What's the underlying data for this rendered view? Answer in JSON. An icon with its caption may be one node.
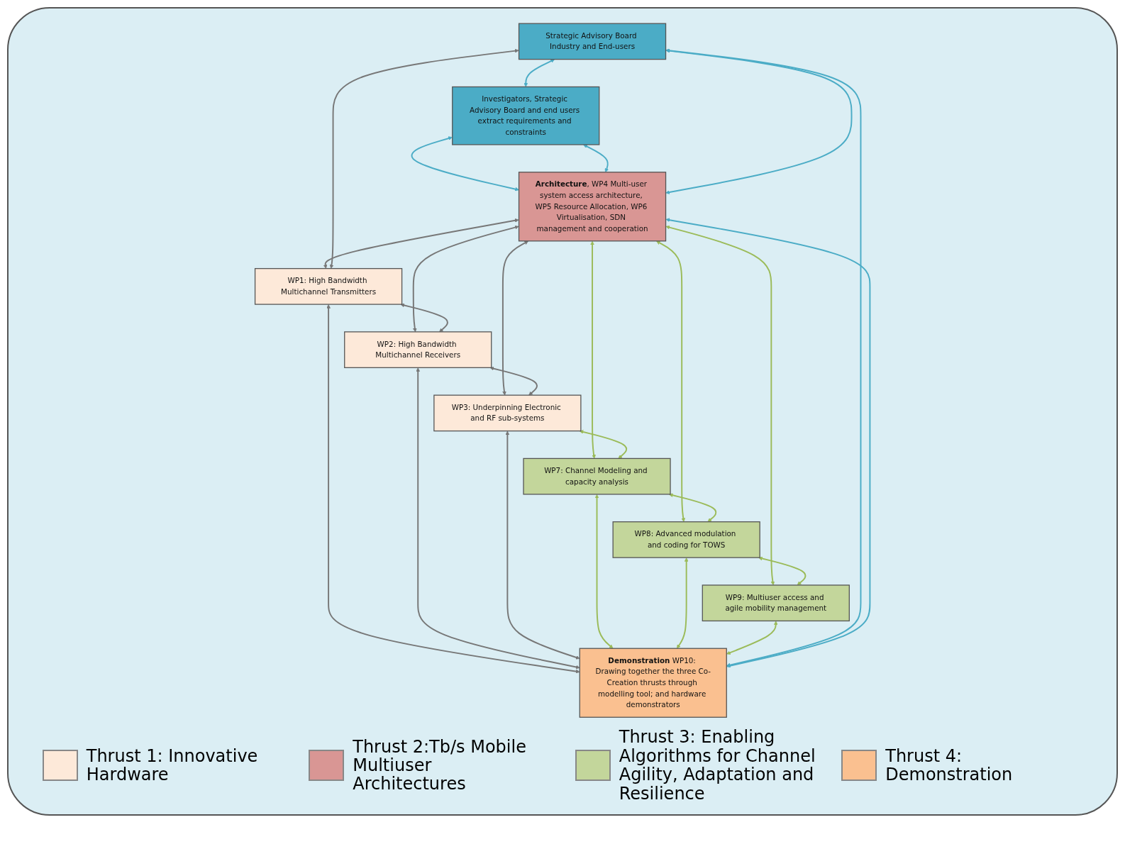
{
  "diagram": {
    "nodes": [
      {
        "text": [
          "Investigators, Strategic Advisory Board and end users extract requirements and constraints"
        ]
      },
      {
        "text": [
          "Strategic Advisory Board Industry and End-users"
        ]
      },
      {
        "text": [
          "**Architecture**, WP4 Multi-user system access architecture, WP5 Resource Allocation, WP6 Virtualisation, SDN management and cooperation"
        ]
      },
      {
        "text": [
          "WP1: High Bandwidth Multichannel Transmitters"
        ]
      },
      {
        "text": [
          "WP2: High Bandwidth Multichannel Receivers"
        ]
      },
      {
        "text": [
          "WP3: Underpinning Electronic and RF sub-systems"
        ]
      },
      {
        "text": [
          "WP7: Channel Modeling and capacity analysis"
        ]
      },
      {
        "text": [
          "WP8: Advanced modulation and coding for TOWS"
        ]
      },
      {
        "text": [
          "WP9: Multiuser access and agile mobility management"
        ]
      },
      {
        "text": [
          "**Demonstration** WP10: Drawing together the three Co-Creation thrusts through modelling tool; and hardware demonstrators"
        ]
      }
    ],
    "edges": [
      {
        "from": 1,
        "to": 0,
        "arrow": "both",
        "color": "#4bacc6"
      },
      {
        "from": 0,
        "to": 2,
        "arrow": "both",
        "color": "#4bacc6"
      },
      {
        "from": 0,
        "to": 2,
        "arrow": "both",
        "color": "#4bacc6"
      },
      {
        "from": 1,
        "to": 2,
        "arrow": "both",
        "color": "#4bacc6"
      },
      {
        "from": 2,
        "to": 3,
        "arrow": "both"
      },
      {
        "from": 2,
        "to": 4,
        "arrow": "both"
      },
      {
        "from": 2,
        "to": 5,
        "arrow": "both"
      },
      {
        "from": 2,
        "to": 6,
        "arrow": "both",
        "color": "#9bbb59"
      },
      {
        "from": 2,
        "to": 7,
        "arrow": "both",
        "color": "#9bbb59"
      },
      {
        "from": 2,
        "to": 8,
        "arrow": "both",
        "color": "#9bbb59"
      },
      {
        "from": 1,
        "to": 3,
        "arrow": "both"
      },
      {
        "from": 3,
        "to": 4,
        "arrow": "both"
      },
      {
        "from": 4,
        "to": 5,
        "arrow": "both"
      },
      {
        "from": 5,
        "to": 6,
        "arrow": "both",
        "color": "#9bbb59"
      },
      {
        "from": 6,
        "to": 7,
        "arrow": "both",
        "color": "#9bbb59"
      },
      {
        "from": 7,
        "to": 8,
        "arrow": "both",
        "color": "#9bbb59"
      },
      {
        "from": 3,
        "to": 9,
        "arrow": "both"
      },
      {
        "from": 4,
        "to": 9,
        "arrow": "both"
      },
      {
        "from": 5,
        "to": 9,
        "arrow": "both"
      },
      {
        "from": 6,
        "to": 9,
        "arrow": "both",
        "color": "#9bbb59"
      },
      {
        "from": 7,
        "to": 9,
        "arrow": "both",
        "color": "#9bbb59"
      },
      {
        "from": 8,
        "to": 9,
        "arrow": "both",
        "color": "#9bbb59"
      },
      {
        "from": 1,
        "to": 9,
        "arrow": "both",
        "color": "#4bacc6"
      },
      {
        "from": 2,
        "to": 9,
        "arrow": "both",
        "color": "#4bacc6"
      }
    ],
    "legend": [
      {
        "text": "Thrust 1: Innovative Hardware",
        "color": "#fde9d9"
      },
      {
        "text": "Thrust 2:Tb/s Mobile Multiuser Architectures",
        "color": "#d99694"
      },
      {
        "text": "Thrust 3: Enabling Algorithms for Channel Agility, Adaptation and Resilience",
        "color": "#c3d69b"
      },
      {
        "text": "Thrust 4: Demonstration",
        "color": "#fac090"
      }
    ]
  }
}
